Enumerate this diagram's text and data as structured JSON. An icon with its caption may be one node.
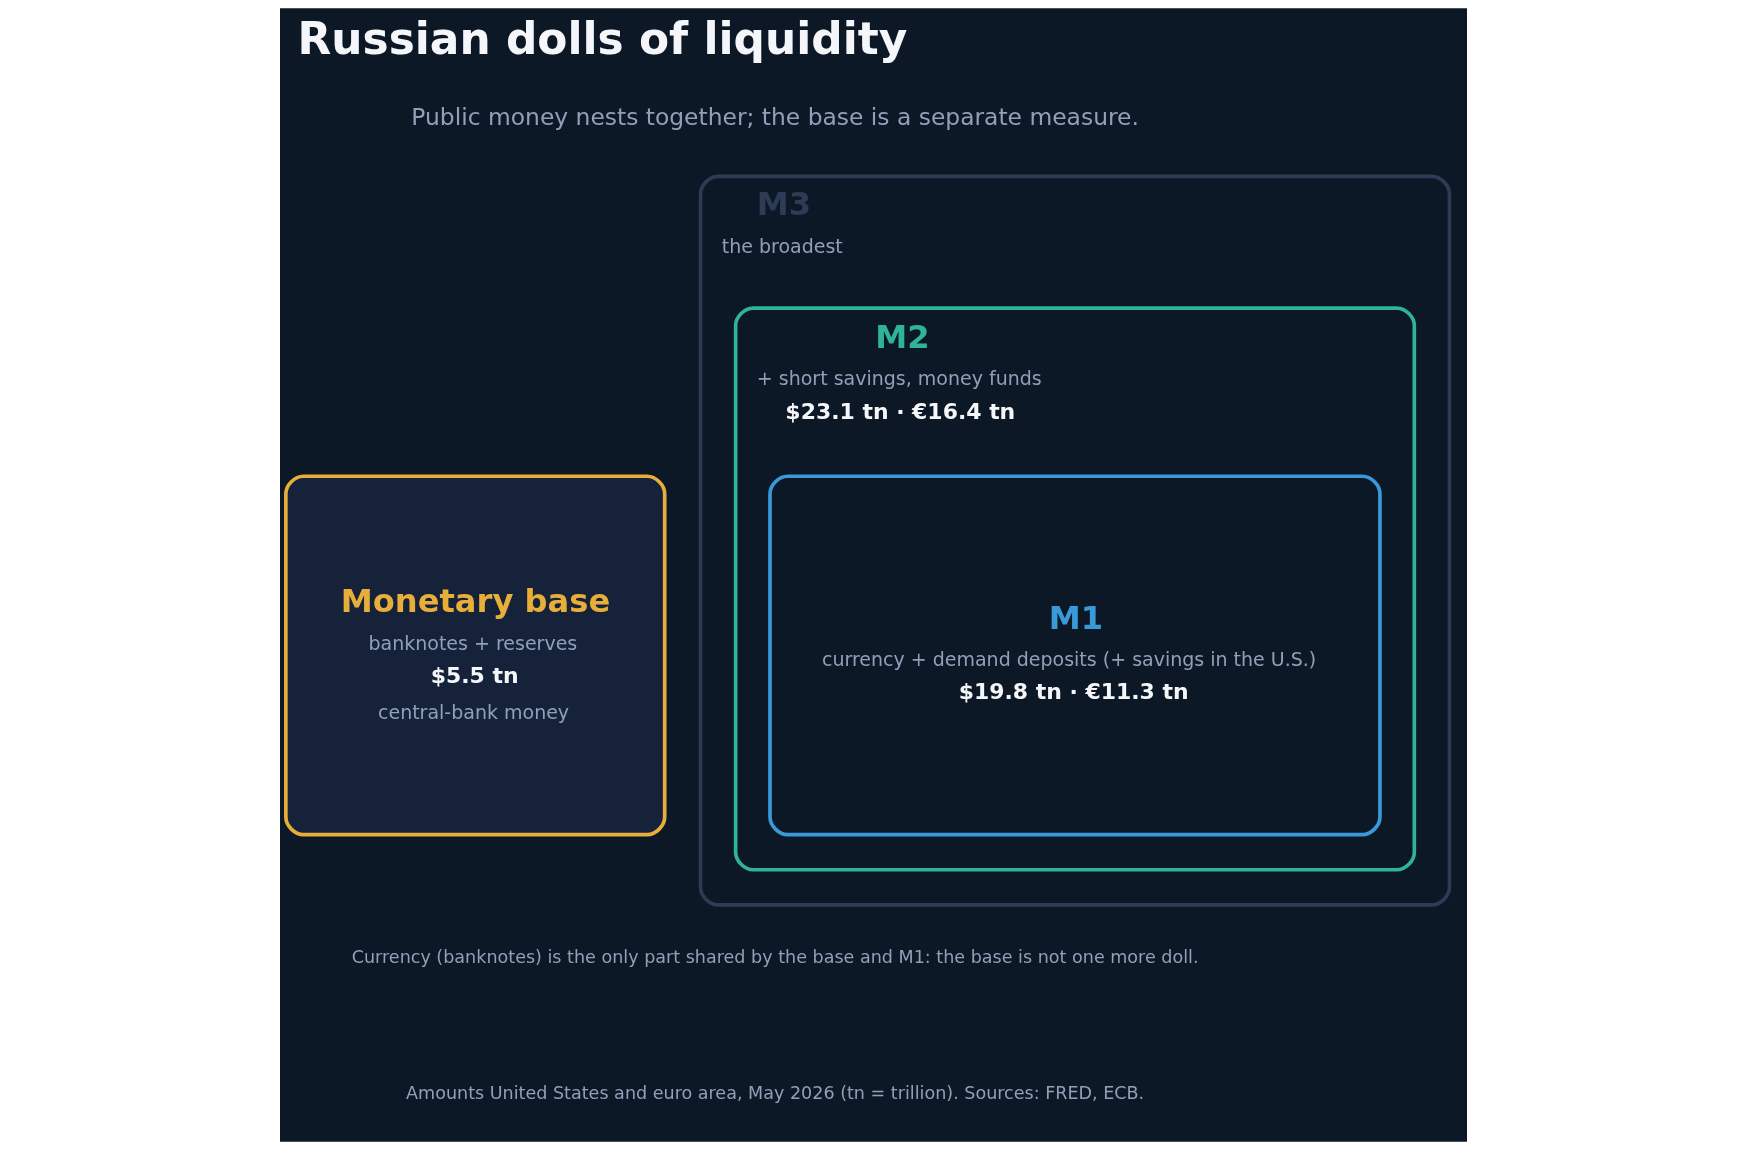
{
  "diagram": {
    "title": "Russian dolls of liquidity",
    "nodes": [
      {
        "text": [
          "Monetary base",
          "banknotes + reserves",
          "$5.5 tn",
          "central-bank money"
        ]
      },
      {
        "text": [
          "M3",
          "the broadest"
        ]
      },
      {
        "text": [
          "M2",
          "+ short savings, money funds",
          "$23.1 tn · €16.4 tn"
        ],
        "in": 1
      },
      {
        "text": [
          "M1",
          "currency + demand deposits (+ savings in the U.S.)",
          "$19.8 tn · €11.3 tn"
        ],
        "in": 2
      }
    ],
    "labels": [
      "Public money nests together; the base is a separate measure.",
      "Currency (banknotes) is the only part shared by the base and M1: the base is not one more doll.",
      "Amounts United States and euro area, May 2026 (tn = trillion). Sources: FRED, ECB."
    ]
  }
}
